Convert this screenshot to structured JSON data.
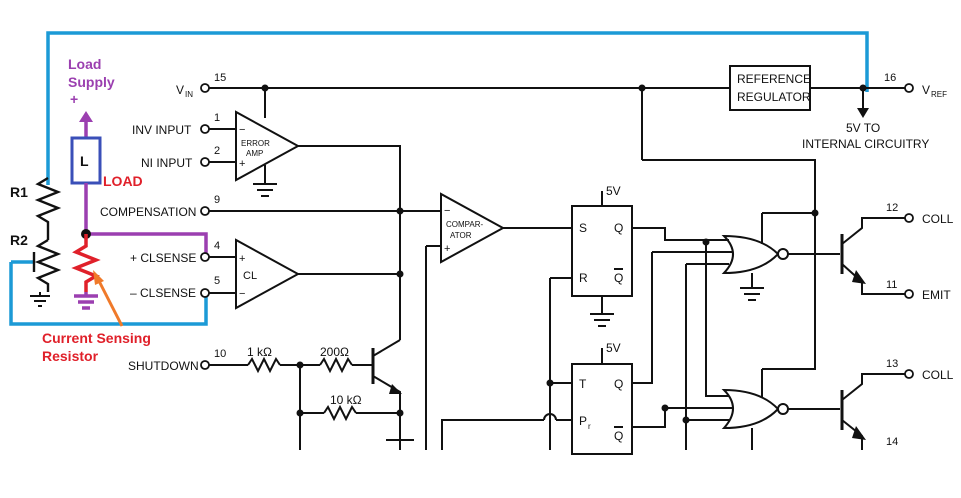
{
  "annotations": {
    "load_supply": "Load\nSupply",
    "load_supply_line1": "Load",
    "load_supply_line2": "Supply",
    "plus": "+",
    "load_inductor": "L",
    "load": "LOAD",
    "current_sensing_line1": "Current Sensing",
    "current_sensing_line2": "Resistor",
    "r1": "R1",
    "r2": "R2"
  },
  "pins": {
    "vin": "V",
    "vin_sub": "IN",
    "vin_num": "15",
    "inv_input": "INV  INPUT",
    "inv_num": "1",
    "ni_input": "NI  INPUT",
    "ni_num": "2",
    "compensation": "COMPENSATION",
    "comp_num": "9",
    "plus_clsense": "+ CLSENSE",
    "plus_clsense_num": "4",
    "minus_clsense": "– CLSENSE",
    "minus_clsense_num": "5",
    "shutdown": "SHUTDOWN",
    "shutdown_num": "10",
    "vref": "V",
    "vref_sub": "REF",
    "vref_num": "16",
    "coll_a": "COLL",
    "coll_a_num": "12",
    "emit_a": "EMIT",
    "emit_a_num": "11",
    "coll_b": "COLL",
    "coll_b_num": "13",
    "emit_b_num": "14"
  },
  "blocks": {
    "error_amp_line1": "ERROR",
    "error_amp_line2": "AMP",
    "cl": "CL",
    "comparator_line1": "COMPAR-",
    "comparator_line2": "ATOR",
    "ref_reg_line1": "REFERENCE",
    "ref_reg_line2": "REGULATOR",
    "internal_line1": "5V  TO",
    "internal_line2": "INTERNAL  CIRCUITRY",
    "ff1_s": "S",
    "ff1_q": "Q",
    "ff1_r": "R",
    "ff1_qbar": "Q",
    "ff2_t": "T",
    "ff2_q": "Q",
    "ff2_pr": "P",
    "ff2_pr_sub": "r",
    "ff2_qbar": "Q",
    "five_v_1": "5V",
    "five_v_2": "5V"
  },
  "components": {
    "r_1k": "1 kΩ",
    "r_200": "200Ω",
    "r_10k": "10 kΩ"
  },
  "colors": {
    "blue_wire": "#1c9ad6",
    "purple_wire": "#9b3fb0",
    "red_resistor": "#e0202a",
    "orange_arrow": "#f07a2a",
    "inductor_box": "#3a4fb8"
  }
}
